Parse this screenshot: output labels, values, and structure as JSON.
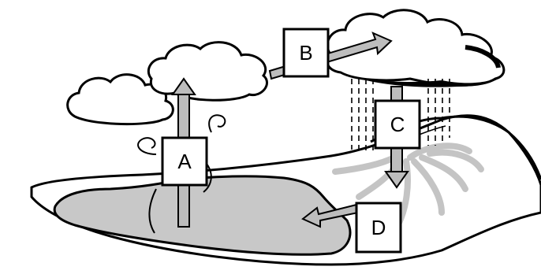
{
  "labels": {
    "a": "A",
    "b": "B",
    "c": "C",
    "d": "D"
  },
  "colors": {
    "outline": "#000000",
    "water": "#c8c8c8",
    "arrow_fill": "#bdbdbd",
    "roots": "#c4c4c4",
    "background": "#ffffff"
  },
  "icons": [
    "cloud-icon",
    "storm-cloud-icon",
    "rain-icon",
    "mountain-icon",
    "lake-icon",
    "arrow-icon",
    "vapor-wisp-icon"
  ]
}
